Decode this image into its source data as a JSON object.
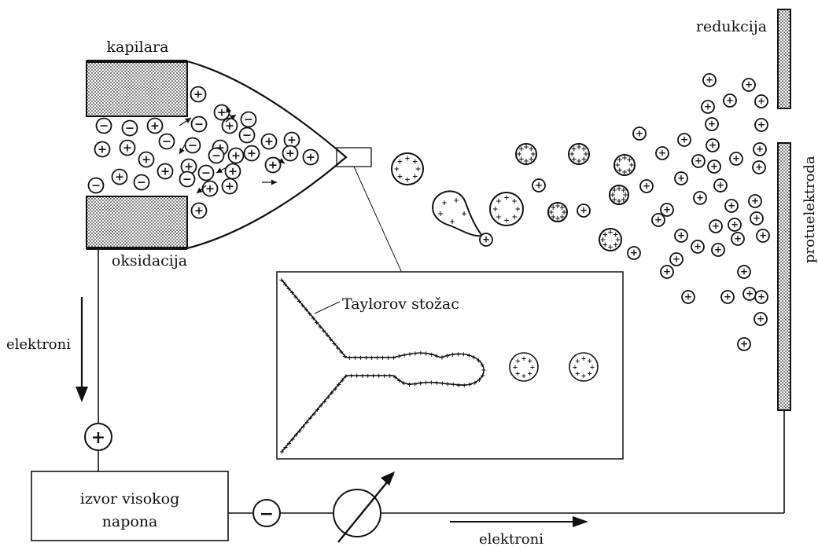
{
  "labels": {
    "capillary": "kapilara",
    "oxidation": "oksidacija",
    "reduction": "redukcija",
    "counter_electrode": "protuelektroda",
    "electrons_left": "elektroni",
    "electrons_bottom": "elektroni",
    "taylor_cone": "Taylorov stožac",
    "source_line1": "izvor visokog",
    "source_line2": "napona"
  },
  "symbols": {
    "plus": "+",
    "minus": "−"
  },
  "icons": {
    "positive_terminal": "plus-circle-icon",
    "negative_terminal": "minus-circle-icon",
    "meter": "variable-meter-icon"
  }
}
